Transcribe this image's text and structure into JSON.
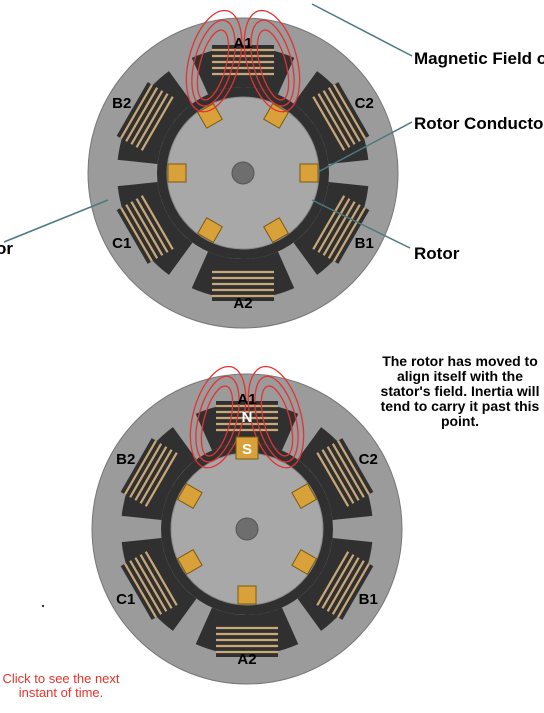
{
  "motor_top": {
    "poles": [
      "A1",
      "C2",
      "B1",
      "A2",
      "C1",
      "B2"
    ],
    "callouts": {
      "magnetic_field": "Magnetic Field o",
      "rotor_conductor": "Rotor Conducto",
      "rotor": "Rotor",
      "stator": "or"
    }
  },
  "motor_bottom": {
    "poles": [
      "A1",
      "C2",
      "B1",
      "A2",
      "C1",
      "B2"
    ],
    "stator_pole_label": "N",
    "rotor_pole_label": "S"
  },
  "note": "The rotor has moved to align itself with the stator's field. Inertia will tend to carry it past this point.",
  "next_link": "Click to see the next instant of time.",
  "colors": {
    "stator_outer": "#9b9b9b",
    "stator_iron": "#303030",
    "rotor": "#a8a8a8",
    "winding": "#c8a878",
    "conductor": "#d9a13a",
    "field_lines": "#e83030",
    "callout_line": "#4a7a80"
  }
}
